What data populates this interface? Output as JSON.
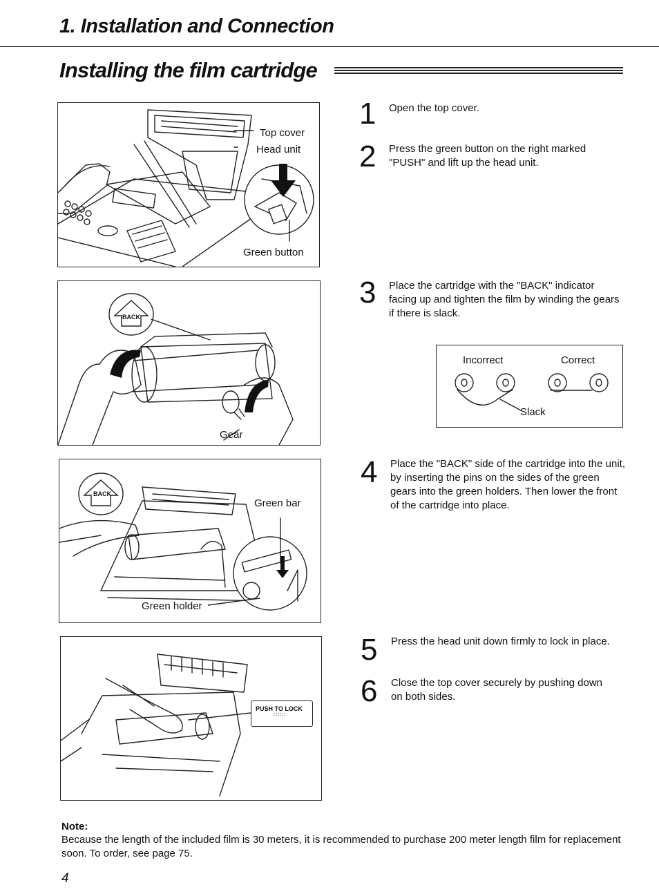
{
  "header": {
    "chapter": "1. Installation and Connection",
    "section": "Installing the film cartridge"
  },
  "figures": {
    "fig1": {
      "top_cover": "Top cover",
      "head_unit": "Head unit",
      "green_button": "Green button"
    },
    "fig2": {
      "back": "BACK",
      "gear": "Gear"
    },
    "fig3": {
      "back": "BACK",
      "green_bar": "Green bar",
      "green_holder": "Green holder"
    },
    "fig4": {
      "push_to_lock": "PUSH TO LOCK"
    }
  },
  "steps": [
    {
      "num": "1",
      "text": "Open the top cover."
    },
    {
      "num": "2",
      "text": "Press the green button on the right marked \"PUSH\" and lift up the head unit."
    },
    {
      "num": "3",
      "text": "Place the cartridge with the \"BACK\" indicator facing up and tighten the film by winding the gears if there is slack."
    },
    {
      "num": "4",
      "text": "Place the \"BACK\" side of the cartridge into the unit, by inserting the pins on the sides of the green gears into the green holders. Then lower the front of the cartridge into place."
    },
    {
      "num": "5",
      "text": "Press the head unit down firmly to lock in place."
    },
    {
      "num": "6",
      "text": "Close the top cover securely by pushing down on both sides."
    }
  ],
  "slack_diagram": {
    "incorrect": "Incorrect",
    "correct": "Correct",
    "slack": "Slack"
  },
  "note": {
    "title": "Note:",
    "text": "Because the length of the included film is 30 meters, it is recommended to purchase 200 meter length film for replacement soon. To order, see page 75."
  },
  "page_number": "4"
}
